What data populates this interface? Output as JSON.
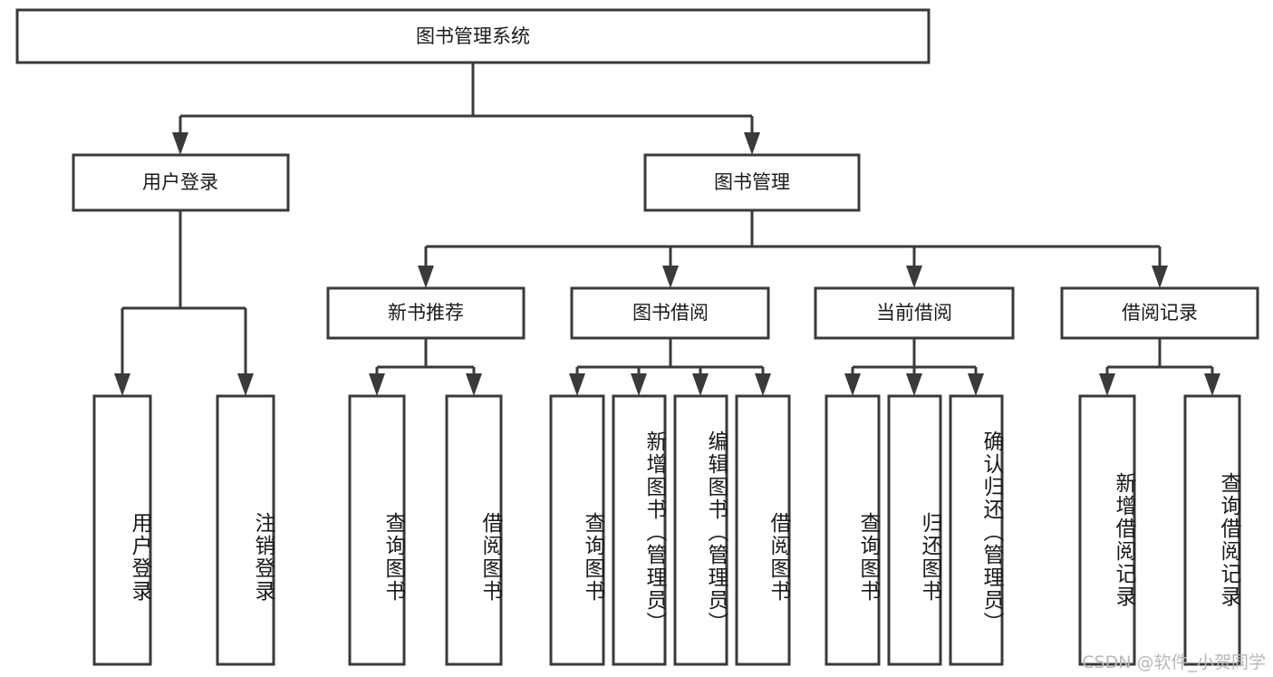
{
  "diagram": {
    "type": "tree",
    "title_node": {
      "id": "root",
      "label": "图书管理系统"
    },
    "watermark": "CSDN @软件_小贺同学",
    "levels": {
      "level2": [
        {
          "id": "user-login",
          "label": "用户登录"
        },
        {
          "id": "book-management",
          "label": "图书管理"
        }
      ],
      "level3": [
        {
          "id": "new-book-recommend",
          "label": "新书推荐",
          "parent": "book-management"
        },
        {
          "id": "book-borrow",
          "label": "图书借阅",
          "parent": "book-management"
        },
        {
          "id": "current-borrow",
          "label": "当前借阅",
          "parent": "book-management"
        },
        {
          "id": "borrow-record",
          "label": "借阅记录",
          "parent": "book-management"
        }
      ],
      "leaves": [
        {
          "id": "leaf-user-login",
          "label": "用户登录",
          "parent": "user-login"
        },
        {
          "id": "leaf-logout-login",
          "label": "注销登录",
          "parent": "user-login"
        },
        {
          "id": "leaf-query-book-1",
          "label": "查询图书",
          "parent": "new-book-recommend"
        },
        {
          "id": "leaf-borrow-book-1",
          "label": "借阅图书",
          "parent": "new-book-recommend"
        },
        {
          "id": "leaf-query-book-2",
          "label": "查询图书",
          "parent": "book-borrow"
        },
        {
          "id": "leaf-add-book",
          "label": "新增图书（管理员）",
          "parent": "book-borrow"
        },
        {
          "id": "leaf-edit-book",
          "label": "编辑图书（管理员）",
          "parent": "book-borrow"
        },
        {
          "id": "leaf-borrow-book-2",
          "label": "借阅图书",
          "parent": "book-borrow"
        },
        {
          "id": "leaf-query-book-3",
          "label": "查询图书",
          "parent": "current-borrow"
        },
        {
          "id": "leaf-return-book",
          "label": "归还图书",
          "parent": "current-borrow"
        },
        {
          "id": "leaf-confirm-return",
          "label": "确认归还（管理员）",
          "parent": "current-borrow"
        },
        {
          "id": "leaf-add-record",
          "label": "新增借阅记录",
          "parent": "borrow-record"
        },
        {
          "id": "leaf-query-record",
          "label": "查询借阅记录",
          "parent": "borrow-record"
        }
      ]
    },
    "colors": {
      "stroke": "#3a3a3a",
      "fill": "#ffffff",
      "text": "#1a1a1a",
      "watermark": "#b8b8b8"
    }
  }
}
